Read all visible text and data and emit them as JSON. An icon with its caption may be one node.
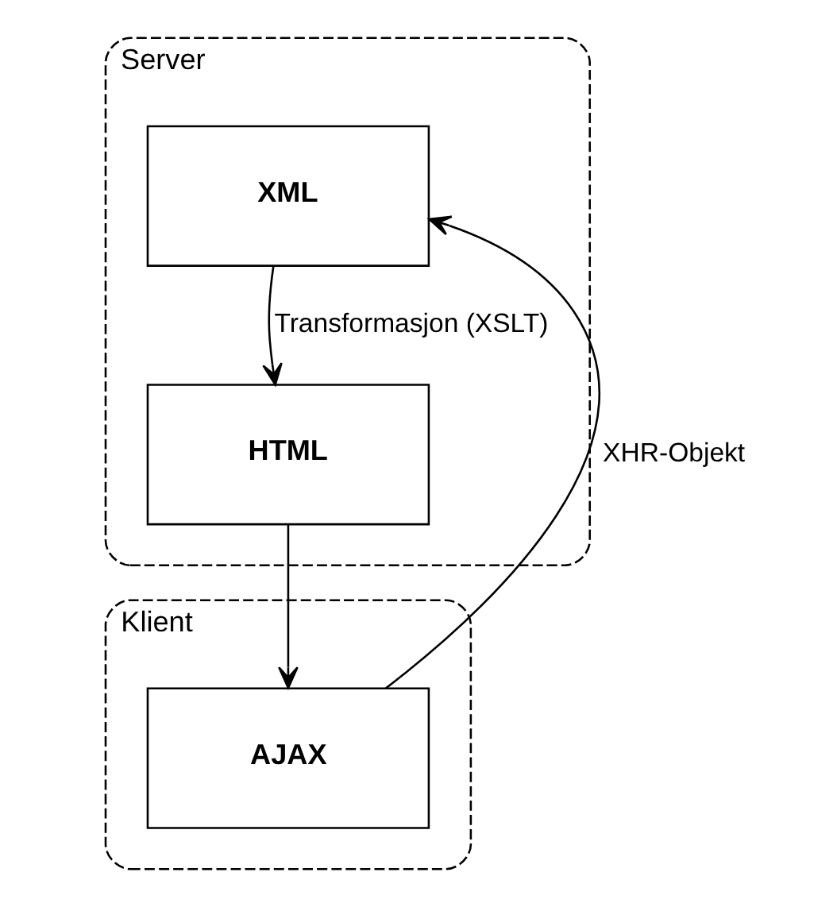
{
  "diagram": {
    "nodes": [
      {
        "text": [
          "Server"
        ]
      },
      {
        "text": [
          "XML"
        ],
        "in": 0
      },
      {
        "text": [
          "HTML"
        ],
        "in": 0
      },
      {
        "text": [
          "Klient"
        ]
      },
      {
        "text": [
          "AJAX"
        ],
        "in": 3
      }
    ],
    "edges": [
      {
        "from": 1,
        "to": 2,
        "arrow": "to",
        "label": "Transformasjon (XSLT)"
      },
      {
        "from": 2,
        "to": 4,
        "arrow": "to"
      },
      {
        "from": 4,
        "to": 1,
        "arrow": "to",
        "label": "XHR-Objekt"
      }
    ]
  }
}
